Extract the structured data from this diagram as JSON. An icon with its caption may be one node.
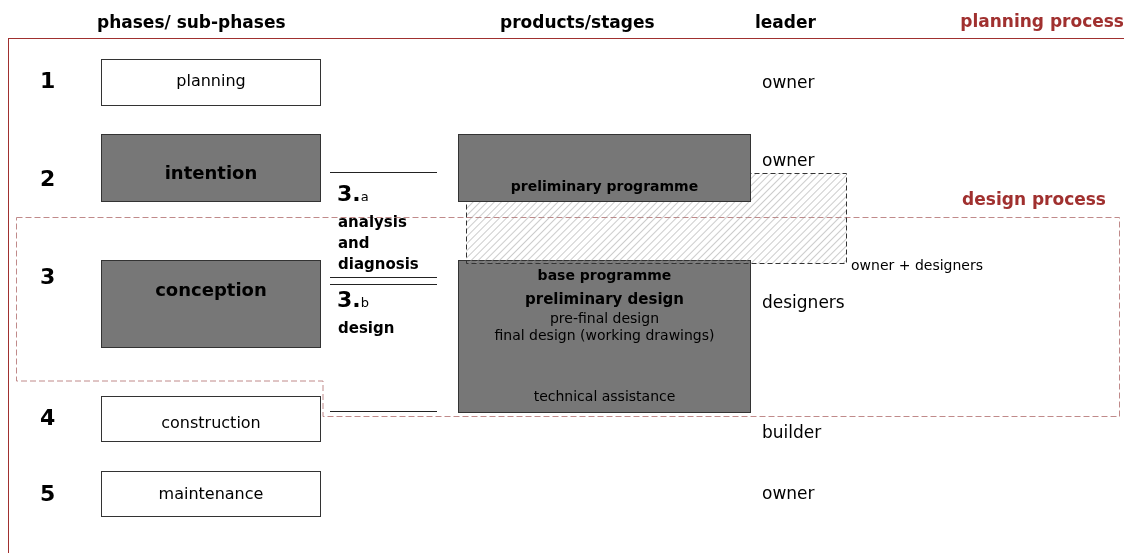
{
  "diagram": {
    "nodes": [
      {
        "text": [
          "planning process"
        ]
      },
      {
        "text": [
          "planning"
        ],
        "in": 0
      },
      {
        "text": [
          "intention"
        ],
        "in": 0
      },
      {
        "text": [
          "design process"
        ],
        "in": 0
      },
      {
        "text": [
          "conception"
        ],
        "in": 3
      },
      {
        "text": [
          "construction"
        ],
        "in": 0
      },
      {
        "text": [
          "maintenance"
        ],
        "in": 0
      },
      {
        "text": [],
        "shape": "box",
        "beside": [
          "owner + designers"
        ],
        "in": 0
      },
      {
        "text": [
          "preliminary programme"
        ],
        "in": 0
      },
      {
        "text": [
          "base programme",
          "preliminary design",
          "pre-final design",
          "final design (working drawings)",
          "technical assistance"
        ],
        "in": 3
      }
    ],
    "edges": [],
    "labels": [
      "phases/ sub-phases",
      "products/stages",
      "leader",
      "1",
      "owner",
      "2",
      "owner",
      "3.$_{a}$",
      "analysis and diagnosis",
      "3",
      "3.$_{b}$",
      "design",
      "designers",
      "4",
      "builder",
      "5",
      "owner"
    ]
  }
}
